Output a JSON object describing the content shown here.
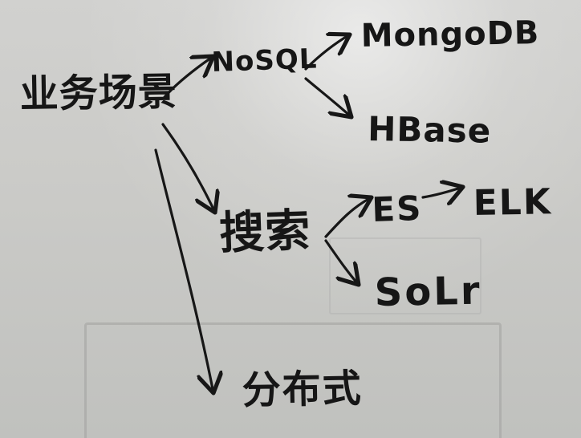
{
  "diagram": {
    "nodes": {
      "root": "业务场景",
      "nosql": "NoSQL",
      "mongodb": "MongoDB",
      "hbase": "HBase",
      "search": "搜索",
      "es": "ES",
      "elk": "ELK",
      "solr": "SoLr",
      "distributed": "分布式"
    },
    "edges": [
      {
        "from": "root",
        "to": "nosql"
      },
      {
        "from": "nosql",
        "to": "mongodb"
      },
      {
        "from": "nosql",
        "to": "hbase"
      },
      {
        "from": "root",
        "to": "search"
      },
      {
        "from": "search",
        "to": "es"
      },
      {
        "from": "es",
        "to": "elk"
      },
      {
        "from": "search",
        "to": "solr"
      },
      {
        "from": "root",
        "to": "distributed"
      }
    ]
  }
}
